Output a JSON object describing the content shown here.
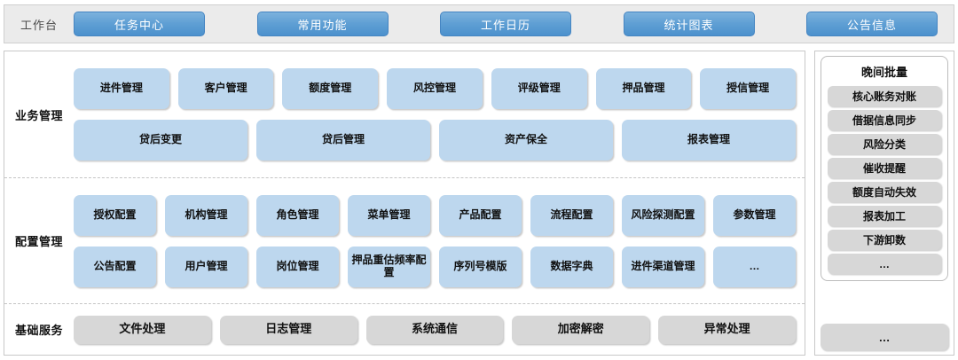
{
  "topbar": {
    "label": "工作台",
    "tabs": [
      {
        "label": "任务中心"
      },
      {
        "label": "常用功能"
      },
      {
        "label": "工作日历"
      },
      {
        "label": "统计图表"
      },
      {
        "label": "公告信息"
      }
    ]
  },
  "sections": [
    {
      "label": "业务管理",
      "rows": [
        [
          {
            "label": "进件管理"
          },
          {
            "label": "客户管理"
          },
          {
            "label": "额度管理"
          },
          {
            "label": "风控管理"
          },
          {
            "label": "评级管理"
          },
          {
            "label": "押品管理"
          },
          {
            "label": "授信管理"
          }
        ],
        [
          {
            "label": "贷后变更"
          },
          {
            "label": "贷后管理"
          },
          {
            "label": "资产保全"
          },
          {
            "label": "报表管理"
          }
        ]
      ]
    },
    {
      "label": "配置管理",
      "rows": [
        [
          {
            "label": "授权配置"
          },
          {
            "label": "机构管理"
          },
          {
            "label": "角色管理"
          },
          {
            "label": "菜单管理"
          },
          {
            "label": "产品配置"
          },
          {
            "label": "流程配置"
          },
          {
            "label": "风险探测配置"
          },
          {
            "label": "参数管理"
          }
        ],
        [
          {
            "label": "公告配置"
          },
          {
            "label": "用户管理"
          },
          {
            "label": "岗位管理"
          },
          {
            "label": "押品重估频率配置"
          },
          {
            "label": "序列号模版"
          },
          {
            "label": "数据字典"
          },
          {
            "label": "进件渠道管理"
          },
          {
            "label": "…"
          }
        ]
      ]
    },
    {
      "label": "基础服务",
      "rows": [
        [
          {
            "label": "文件处理"
          },
          {
            "label": "日志管理"
          },
          {
            "label": "系统通信"
          },
          {
            "label": "加密解密"
          },
          {
            "label": "异常处理"
          }
        ]
      ]
    }
  ],
  "sidebar": {
    "batch_title": "晚间批量",
    "batch_items": [
      {
        "label": "核心账务对账"
      },
      {
        "label": "借据信息同步"
      },
      {
        "label": "风险分类"
      },
      {
        "label": "催收提醒"
      },
      {
        "label": "额度自动失效"
      },
      {
        "label": "报表加工"
      },
      {
        "label": "下游卸数"
      },
      {
        "label": "…"
      }
    ],
    "more_label": "…"
  },
  "colors": {
    "tab_blue": "#5f9fd4",
    "tile_blue": "#bdd7ee",
    "tile_gray": "#d7d7d7",
    "header_bg": "#ebebeb"
  }
}
